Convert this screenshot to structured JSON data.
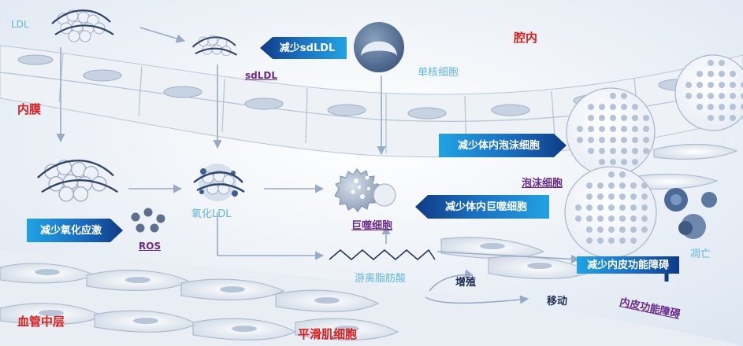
{
  "labels": {
    "ldl": "LDL",
    "sdldl": "sdLDL",
    "monocyte": "单核细胞",
    "lumen": "腔内",
    "intima": "内膜",
    "oxldl": "氧化LDL",
    "ros": "ROS",
    "macrophage": "巨噬细胞",
    "foam_cell": "泡沫细胞",
    "apoptosis": "凋亡",
    "ffa": "游离脂肪酸",
    "proliferation": "增殖",
    "migration": "移动",
    "endothelial_dysfunction": "内皮功能障碍",
    "media": "血管中层",
    "smooth_muscle": "平滑肌细胞"
  },
  "tags": {
    "reduce_sdldl": "减少sdLDL",
    "reduce_foam": "减少体内泡沫细胞",
    "reduce_macrophage": "减少体内巨噬细胞",
    "reduce_oxidative": "减少氧化应激",
    "reduce_endothelial": "减少内皮功能障碍"
  },
  "colors": {
    "accent_red": "#e01a1a",
    "label_cyan": "#5fb6e0",
    "label_purple": "#6a2a8a",
    "arrow_dark": "#0f3b86",
    "arrow_light": "#22a2e3"
  }
}
